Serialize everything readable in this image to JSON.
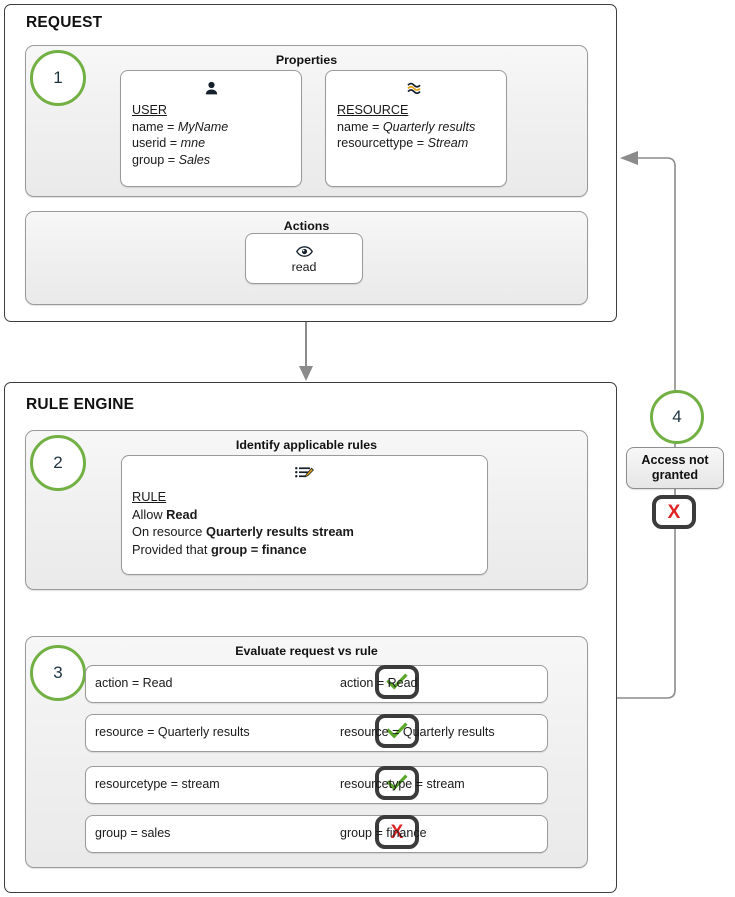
{
  "lanes": {
    "request": {
      "title": "REQUEST"
    },
    "engine": {
      "title": "RULE ENGINE"
    }
  },
  "steps": {
    "one": "1",
    "two": "2",
    "three": "3",
    "four": "4"
  },
  "panels": {
    "properties": {
      "title": "Properties"
    },
    "actions": {
      "title": "Actions"
    },
    "identify": {
      "title": "Identify applicable rules"
    },
    "evaluate": {
      "title": "Evaluate request vs rule"
    }
  },
  "user_card": {
    "icon": "user-icon",
    "heading": "USER",
    "rows": [
      {
        "key": "name = ",
        "value": "MyName"
      },
      {
        "key": "userid = ",
        "value": "mne"
      },
      {
        "key": "group = ",
        "value": "Sales"
      }
    ]
  },
  "resource_card": {
    "icon": "stream-icon",
    "heading": "RESOURCE",
    "rows": [
      {
        "key": "name = ",
        "value": "Quarterly results"
      },
      {
        "key": "resourcettype = ",
        "value": "Stream"
      }
    ]
  },
  "action_card": {
    "icon": "eye-icon",
    "label": "read"
  },
  "rule_card": {
    "icon": "rule-list-icon",
    "heading": "RULE",
    "lines": [
      {
        "plain": "Allow ",
        "strong": "Read"
      },
      {
        "plain": "On resource ",
        "strong": "Quarterly results stream"
      },
      {
        "plain": "Provided that ",
        "strong": "group = finance"
      }
    ]
  },
  "evaluation": {
    "rows": [
      {
        "left": "action = Read",
        "verdict": "match",
        "right": "action = Read"
      },
      {
        "left": "resource = Quarterly results",
        "verdict": "match",
        "right": "resource = Quarterly results"
      },
      {
        "left": "resourcetype = stream",
        "verdict": "match",
        "right": "resourcetype = stream"
      },
      {
        "left": "group = sales",
        "verdict": "mismatch",
        "right": "group = finance"
      }
    ]
  },
  "outcome": {
    "label": "Access not granted",
    "badge": "X"
  },
  "colors": {
    "step_ring": "#72b043",
    "check": "#5aa72a",
    "cross": "#e02424",
    "badge_border": "#3b3b3b",
    "connector": "#8b8b8b",
    "lane_border": "#3d3d3d"
  }
}
